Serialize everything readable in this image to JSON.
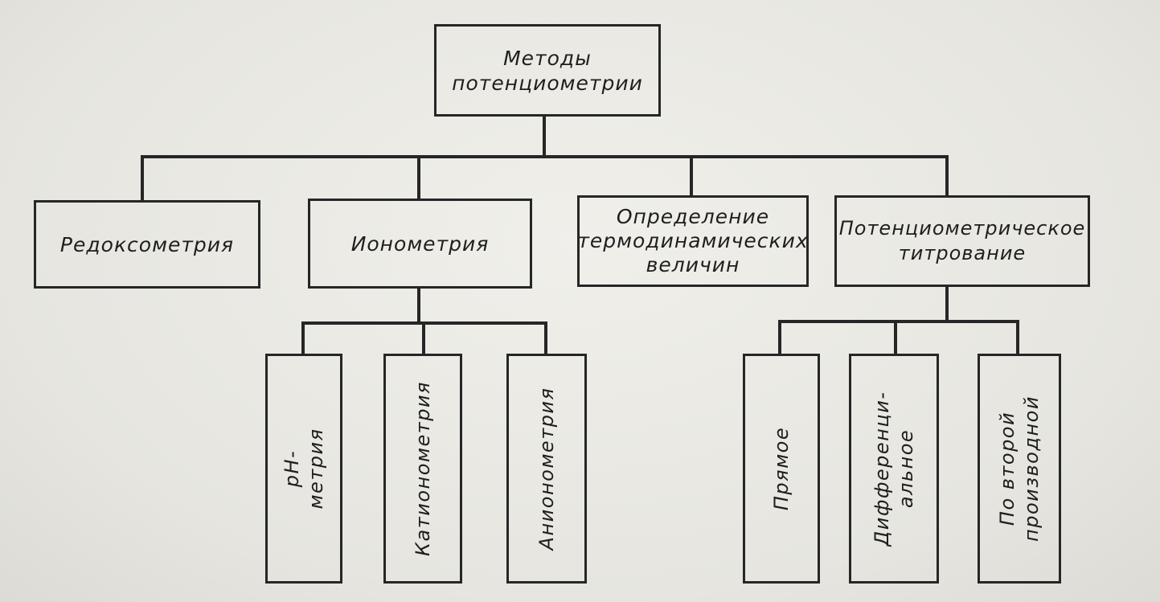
{
  "diagram": {
    "root": {
      "label": "Методы\nпотенциометрии"
    },
    "level1": [
      {
        "key": "redox",
        "label": "Редоксометрия"
      },
      {
        "key": "iono",
        "label": "Ионометрия"
      },
      {
        "key": "thermo",
        "label": "Определение\nтермодинамических\nвеличин"
      },
      {
        "key": "titration",
        "label": "Потенциометрическое\nтитрование"
      }
    ],
    "ionometry_children": [
      {
        "key": "ph",
        "label": "pH-метрия"
      },
      {
        "key": "cation",
        "label": "Катионометрия"
      },
      {
        "key": "anion",
        "label": "Анионометрия"
      }
    ],
    "titration_children": [
      {
        "key": "direct",
        "label": "Прямое"
      },
      {
        "key": "differential",
        "label": "Дифференци-\nальное"
      },
      {
        "key": "second",
        "label": "По второй\nпроизводной"
      }
    ]
  }
}
